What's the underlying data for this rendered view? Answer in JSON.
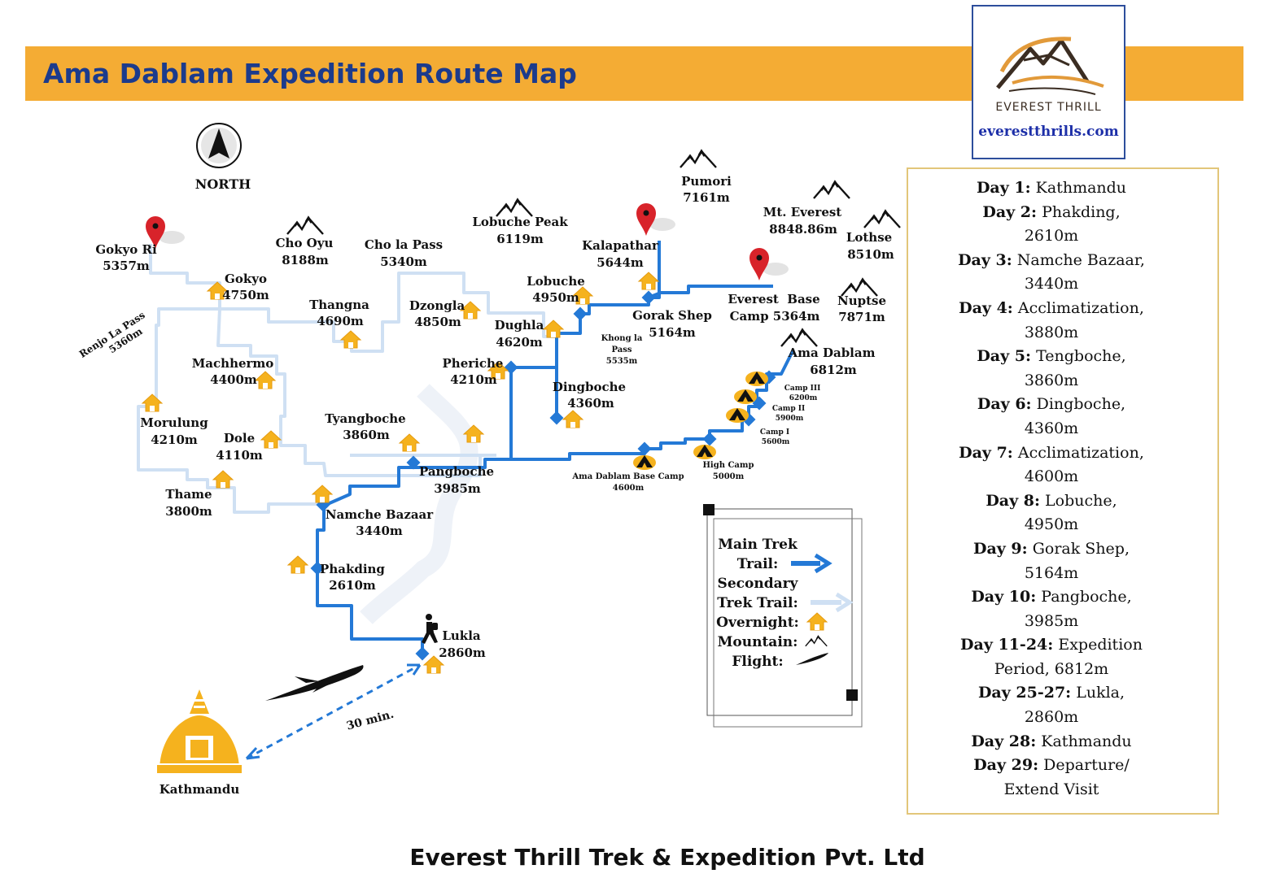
{
  "title": "Ama Dablam Expedition Route Map",
  "brand": {
    "logo_text": "EVEREST THRILL",
    "url": "everestthrills.com"
  },
  "footer": "Everest Thrill Trek & Expedition Pvt. Ltd",
  "colors": {
    "banner": "#f4ac34",
    "title": "#1c3b8c",
    "main_trail": "#2479d6",
    "secondary_trail": "#cfe0f3",
    "pin": "#d8232a",
    "house": "#f5b21e"
  },
  "compass": {
    "label": "NORTH"
  },
  "itinerary": [
    {
      "day": "Day 1:",
      "text": "Kathmandu"
    },
    {
      "day": "Day 2:",
      "text": "Phakding,",
      "line2": "2610m"
    },
    {
      "day": "Day 3:",
      "text": "Namche Bazaar,",
      "line2": "3440m"
    },
    {
      "day": "Day 4:",
      "text": "Acclimatization,",
      "line2": "3880m"
    },
    {
      "day": "Day 5:",
      "text": "Tengboche,",
      "line2": "3860m"
    },
    {
      "day": "Day 6:",
      "text": "Dingboche,",
      "line2": "4360m"
    },
    {
      "day": "Day 7:",
      "text": "Acclimatization,",
      "line2": "4600m"
    },
    {
      "day": "Day 8:",
      "text": "Lobuche,",
      "line2": "4950m"
    },
    {
      "day": "Day 9:",
      "text": "Gorak Shep,",
      "line2": "5164m"
    },
    {
      "day": "Day 10:",
      "text": "Pangboche,",
      "line2": "3985m"
    },
    {
      "day": "Day 11-24:",
      "text": "Expedition",
      "line2": "Period, 6812m"
    },
    {
      "day": "Day 25-27:",
      "text": "Lukla,",
      "line2": "2860m"
    },
    {
      "day": "Day 28:",
      "text": "Kathmandu"
    },
    {
      "day": "Day 29:",
      "text": "Departure/",
      "line2": "Extend Visit"
    }
  ],
  "legend": {
    "main_trail_1": "Main Trek",
    "main_trail_2": "Trail:",
    "secondary_1": "Secondary",
    "secondary_2": "Trek Trail:",
    "overnight": "Overnight:",
    "mountain": "Mountain:",
    "flight": "Flight:"
  },
  "places": {
    "gokyo_ri": [
      "Gokyo Ri",
      "5357m"
    ],
    "cho_oyu": [
      "Cho Oyu",
      "8188m"
    ],
    "cho_la": [
      "Cho la Pass",
      "5340m"
    ],
    "lobuche_peak": [
      "Lobuche Peak",
      "6119m"
    ],
    "pumori": [
      "Pumori",
      "7161m"
    ],
    "everest": [
      "Mt. Everest",
      "8848.86m"
    ],
    "lhotse": [
      "Lothse",
      "8510m"
    ],
    "kalapathar": [
      "Kalapathar",
      "5644m"
    ],
    "gokyo": [
      "Gokyo",
      "4750m"
    ],
    "thangna": [
      "Thangna",
      "4690m"
    ],
    "dzongla": [
      "Dzongla",
      "4850m"
    ],
    "lobuche": [
      "Lobuche",
      "4950m"
    ],
    "ebc": [
      "Everest  Base",
      "Camp 5364m"
    ],
    "nuptse": [
      "Nuptse",
      "7871m"
    ],
    "gorak_shep": [
      "Gorak Shep",
      "5164m"
    ],
    "dughla": [
      "Dughla",
      "4620m"
    ],
    "khong_la": [
      "Khong la",
      "Pass",
      "5535m"
    ],
    "renjo": [
      "Renjo La Pass",
      "5360m"
    ],
    "machhermo": [
      "Machhermo",
      "4400m"
    ],
    "ama_dablam": [
      "Ama Dablam",
      "6812m"
    ],
    "camp3": [
      "Camp III",
      "6200m"
    ],
    "camp2": [
      "Camp II",
      "5900m"
    ],
    "camp1": [
      "Camp I",
      "5600m"
    ],
    "pheriche": [
      "Pheriche",
      "4210m"
    ],
    "dingboche": [
      "Dingboche",
      "4360m"
    ],
    "morulung": [
      "Morulung",
      "4210m"
    ],
    "tyangboche": [
      "Tyangboche",
      "3860m"
    ],
    "dole": [
      "Dole",
      "4110m"
    ],
    "pangboche": [
      "Pangboche",
      "3985m"
    ],
    "adbc": [
      "Ama Dablam Base Camp",
      "4600m"
    ],
    "high_camp": [
      "High Camp",
      "5000m"
    ],
    "thame": [
      "Thame",
      "3800m"
    ],
    "namche": [
      "Namche Bazaar",
      "3440m"
    ],
    "phakding": [
      "Phakding",
      "2610m"
    ],
    "lukla": [
      "Lukla",
      "2860m"
    ],
    "kathmandu": [
      "Kathmandu"
    ],
    "flight_time": [
      "30 min."
    ]
  }
}
